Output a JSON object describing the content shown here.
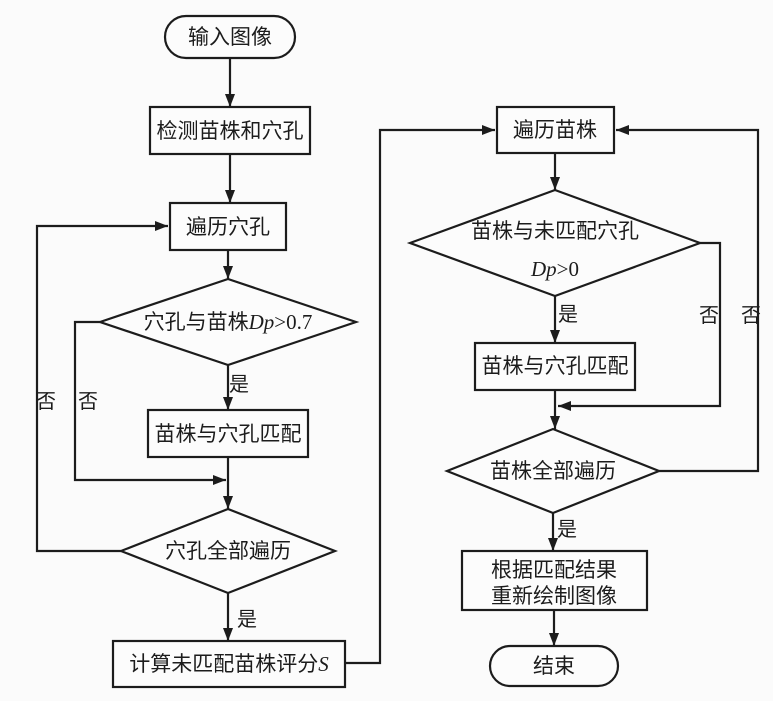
{
  "colors": {
    "stroke": "#1c1c1c",
    "background": "#fbfbfb",
    "text": "#1c1c1c"
  },
  "nodes": {
    "start": {
      "label": "输入图像"
    },
    "detect": {
      "label": "检测苗株和穴孔"
    },
    "traverse_holes": {
      "label": "遍历穴孔"
    },
    "decision_hole_dp": {
      "prefix": "穴孔与苗株",
      "variable": "Dp",
      "suffix": ">0.7"
    },
    "match_left": {
      "label": "苗株与穴孔匹配"
    },
    "decision_holes_done": {
      "label": "穴孔全部遍历"
    },
    "compute_score": {
      "prefix": "计算未匹配苗株评分",
      "variable": "S"
    },
    "traverse_seedlings": {
      "label": "遍历苗株"
    },
    "decision_seedling_dp": {
      "line1": "苗株与未匹配穴孔",
      "variable": "Dp",
      "suffix": ">0"
    },
    "match_right": {
      "label": "苗株与穴孔匹配"
    },
    "decision_seedlings_done": {
      "label": "苗株全部遍历"
    },
    "redraw": {
      "line1": "根据匹配结果",
      "line2": "重新绘制图像"
    },
    "end": {
      "label": "结束"
    }
  },
  "edge_labels": {
    "d1_yes": "是",
    "d1_no": "否",
    "d2_yes": "是",
    "d2_no": "否",
    "d3_yes": "是",
    "d3_no": "否",
    "d4_yes": "是",
    "d4_no": "否"
  }
}
